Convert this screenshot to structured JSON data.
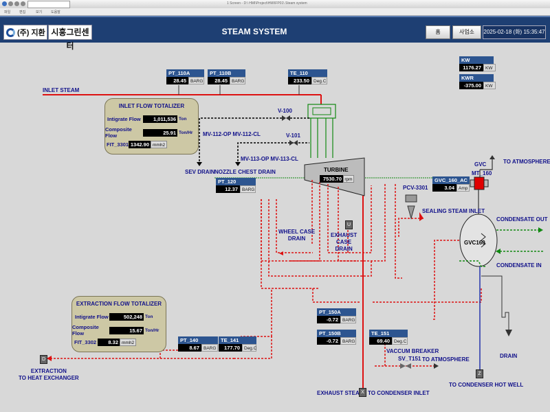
{
  "window": {
    "title": "1 Screen - D:\\ HMI\\Project\\HMI\\FP01\\ Steam system"
  },
  "menu": [
    "파일",
    "편집",
    "보기",
    "도움말"
  ],
  "header": {
    "logo_text": "(주) 지환",
    "company": "시흥그린센터",
    "title": "STEAM SYSTEM",
    "home_button": "홈",
    "site_button": "사업소",
    "datetime": "2025-02-18 (화) 15:35:47"
  },
  "tags": {
    "kw": {
      "name": "KW",
      "value": "1176.27",
      "unit": "KW"
    },
    "kwr": {
      "name": "KWR",
      "value": "-375.00",
      "unit": "KW"
    },
    "pt110a": {
      "name": "PT_110A",
      "value": "28.45",
      "unit": "BARG"
    },
    "pt110b": {
      "name": "PT_110B",
      "value": "28.45",
      "unit": "BARG"
    },
    "te110": {
      "name": "TE_110",
      "value": "233.50",
      "unit": "Deg.C"
    },
    "pt120": {
      "name": "PT_120",
      "value": "12.37",
      "unit": "BARG"
    },
    "gvc160ac": {
      "name": "GVC_160_AC",
      "value": "3.04",
      "unit": "Amp"
    },
    "pt150a": {
      "name": "PT_150A",
      "value": "-0.72",
      "unit": "BARG"
    },
    "pt150b": {
      "name": "PT_150B",
      "value": "-0.72",
      "unit": "BARG"
    },
    "te151": {
      "name": "TE_151",
      "value": "69.40",
      "unit": "Deg.C"
    },
    "pt140": {
      "name": "PT_140",
      "value": "8.67",
      "unit": "BARG"
    },
    "te141": {
      "name": "TE_141",
      "value": "177.70",
      "unit": "Deg.C"
    }
  },
  "inlet_totalizer": {
    "title": "INLET FLOW TOTALIZER",
    "row1_label": "Intigrate Flow",
    "row1_value": "1,011,536",
    "row1_unit": "Ton",
    "row2_label": "Composite Flow",
    "row2_value": "25.91",
    "row2_unit": "Ton/Hr",
    "fit_label": "FIT_3301",
    "fit_value": "1342.90",
    "fit_unit": "mmh2"
  },
  "extraction_totalizer": {
    "title": "EXTRACTION FLOW TOTALIZER",
    "row1_label": "Intigrate Flow",
    "row1_value": "502,248",
    "row1_unit": "Ton",
    "row2_label": "Composite Flow",
    "row2_value": "15.67",
    "row2_unit": "Ton/Hr",
    "fit_label": "FIT_3302",
    "fit_value": "8.32",
    "fit_unit": "mmh2"
  },
  "turbine": {
    "label": "TURBINE",
    "speed": "7530.70",
    "unit": "rpm"
  },
  "labels": {
    "inlet_steam": "INLET STEAM",
    "v100": "V-100",
    "v101": "V-101",
    "mv112": "MV-112-OP  MV-112-CL",
    "mv113": "MV-113-OP  MV-113-CL",
    "sev_drain": "SEV DRAIN",
    "nozzle_drain": "NOZZLE CHEST DRAIN",
    "wheel_case_drain": "WHEEL CASE\nDRAIN",
    "exhaust_case_drain": "EXHAUST\nCASE\nDRAIN",
    "pcv3301": "PCV-3301",
    "sealing_steam": "SEALING STEAM INLET",
    "gvc": "GVC",
    "mt160": "MT_160",
    "to_atmosphere_1": "TO ATMOSPHERE",
    "condensate_out": "CONDENSATE OUT",
    "condensate_in": "CONDENSATE IN",
    "gvc160": "GVC160",
    "drain": "DRAIN",
    "vacuum_breaker": "VACCUM BREAKER",
    "sv_t151": "SV_T151",
    "to_atmosphere_2": "TO ATMOSPHERE",
    "to_hot_well": "TO CONDENSER HOT WELL",
    "exhaust_steam": "EXHAUST STEAM",
    "to_condenser_inlet": "TO CONDENSER INLET",
    "extraction": "EXTRACTION\nTO HEAT EXCHANGER",
    "box_u": "U",
    "box_x": "X",
    "box_z": "Z",
    "box_d": "D"
  },
  "colors": {
    "steam": "#dd1111",
    "condensate": "#118811",
    "drain": "#dd1111",
    "vacuum": "#2233aa"
  }
}
